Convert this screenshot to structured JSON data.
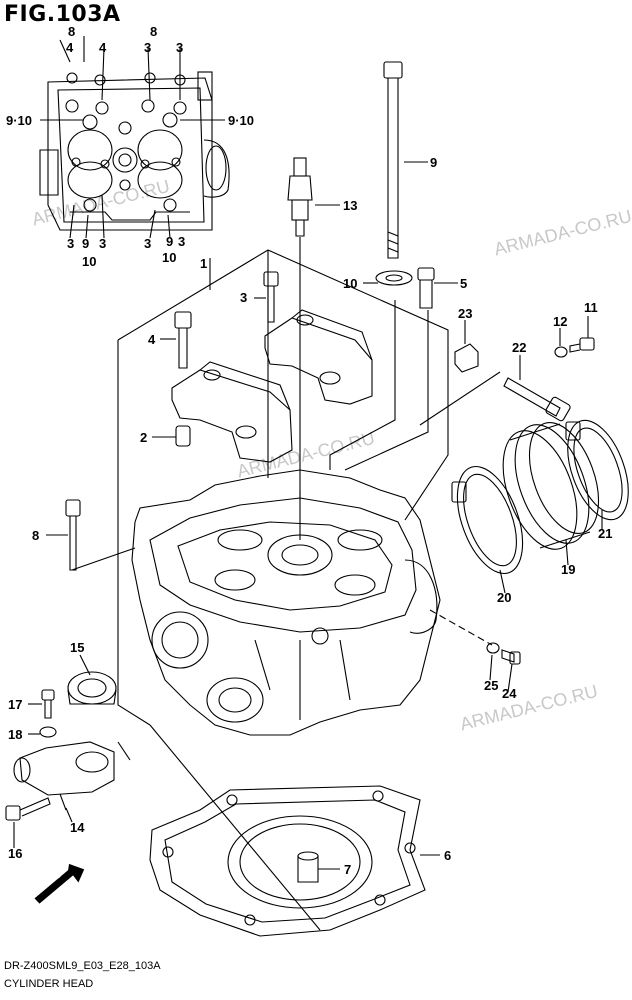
{
  "figure": {
    "title": "FIG.103A",
    "code": "DR-Z400SML9_E03_E28_103A",
    "name": "CYLINDER HEAD",
    "direction_label": "FWD",
    "watermark": "ARMADA-CO.RU"
  },
  "callouts": [
    "1",
    "2",
    "3",
    "4",
    "5",
    "6",
    "7",
    "8",
    "9",
    "10",
    "11",
    "12",
    "13",
    "14",
    "15",
    "16",
    "17",
    "18",
    "19",
    "20",
    "21",
    "22",
    "23",
    "24",
    "25",
    "9·10"
  ]
}
